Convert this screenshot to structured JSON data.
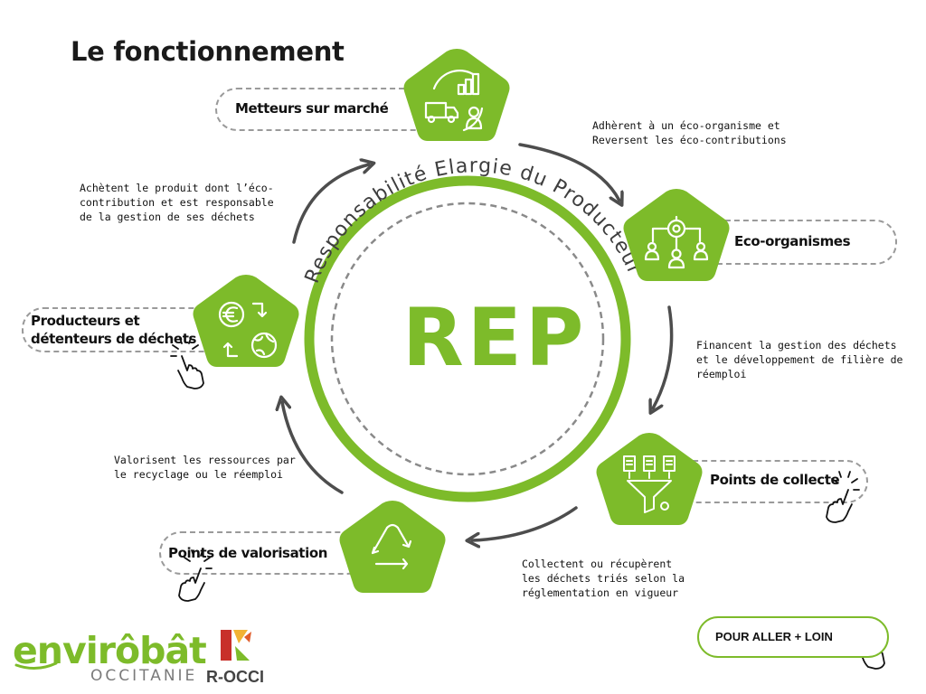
{
  "title": "Le fonctionnement",
  "center": {
    "acronym": "REP",
    "arc_text": "Responsabilité Elargie du Producteur"
  },
  "nodes": {
    "metteurs": {
      "label": "Metteurs sur marché",
      "icon": "truck-production-icon"
    },
    "eco": {
      "label": "Eco-organismes",
      "icon": "organization-network-icon"
    },
    "collecte": {
      "label": "Points de collecte",
      "icon": "document-funnel-icon"
    },
    "valorisation": {
      "label": "Points de  valorisation",
      "icon": "recycle-icon"
    },
    "producteurs": {
      "label_line1": "Producteurs et",
      "label_line2": "détenteurs de déchets",
      "icon": "euro-globe-exchange-icon"
    }
  },
  "descriptions": {
    "adherent": "Adhèrent à un éco-organisme et\nReversent les éco-contributions",
    "financent": "Financent la gestion des déchets\net le développement de filière de\nréemploi",
    "collectent": "Collectent ou récupèrent\nles déchets triés selon la\nréglementation en vigueur",
    "valorisent": "Valorisent les ressources par\nle recyclage ou le réemploi",
    "achetent": "Achètent le produit dont l’éco-\ncontribution et est responsable\nde la gestion de ses déchets"
  },
  "cta": {
    "label": "POUR ALLER + LOIN"
  },
  "logos": {
    "envirobat": "envirôbât",
    "envirobat_sub": "OCCITANIE",
    "rocci": "R-OCCI"
  },
  "colors": {
    "accent": "#7dbb2a",
    "dashed": "#9a9a9a",
    "arrow": "#4d4d4d"
  }
}
